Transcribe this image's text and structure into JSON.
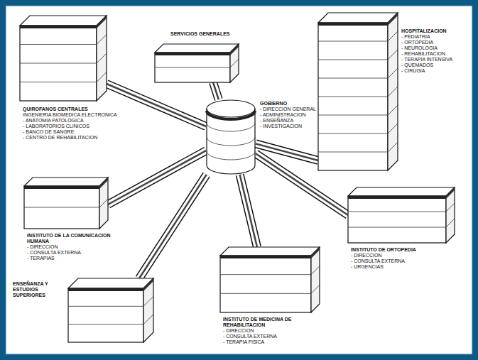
{
  "diagram": {
    "nodes": [
      {
        "text": [
          "QUIROFANOS CENTRALES",
          "INGENIERIA BIOMEDICA ELECTRONICA",
          "- ANATOMIA PATOLOGICA",
          "- LABORATORIOS CLINICOS",
          "- BANCO DE SANGRE",
          "- CENTRO DE REHABILITACION"
        ]
      },
      {
        "text": [
          "SERVICIOS GENERALES"
        ]
      },
      {
        "text": [
          "HOSPITALIZACION",
          "- PEDIATRIA",
          "- ORTOPEDIA",
          "- NEUROLOGIA",
          "- REHABILITACION",
          "- TERAPIA INTENSIVA",
          "- QUEMADOS",
          "- CIRUGIA"
        ]
      },
      {
        "text": [
          "GOBIERNO",
          "- DIRECCION GENERAL",
          "- ADMINISTRACION",
          "- ENSEÑANZA",
          "- INVESTIGACION"
        ]
      },
      {
        "text": [
          "INSTITUTO DE LA COMUNICACION HUMANA",
          "- DIRECCION",
          "- CONSULTA EXTERNA",
          "- TERAPIAS"
        ]
      },
      {
        "text": [
          "INSTITUTO DE ORTOPEDIA",
          "- DIRECCION",
          "- CONSULTA EXTERNA",
          "- URGENCIAS"
        ]
      },
      {
        "text": [
          "ENSEÑANZA Y ESTUDIOS SUPERIORES"
        ]
      },
      {
        "text": [
          "INSTITUTO DE MEDICINA DE REHABILITACION",
          "- DIRECCION",
          "- CONSULTA EXTERNA",
          "- TERAPIA FISICA"
        ]
      }
    ],
    "edges": [
      {
        "from": 3,
        "to": 0,
        "arrow": "none"
      },
      {
        "from": 3,
        "to": 1,
        "arrow": "none"
      },
      {
        "from": 3,
        "to": 2,
        "arrow": "none"
      },
      {
        "from": 3,
        "to": 4,
        "arrow": "none"
      },
      {
        "from": 3,
        "to": 5,
        "arrow": "none"
      },
      {
        "from": 3,
        "to": 6,
        "arrow": "none"
      },
      {
        "from": 3,
        "to": 7,
        "arrow": "none"
      }
    ]
  }
}
